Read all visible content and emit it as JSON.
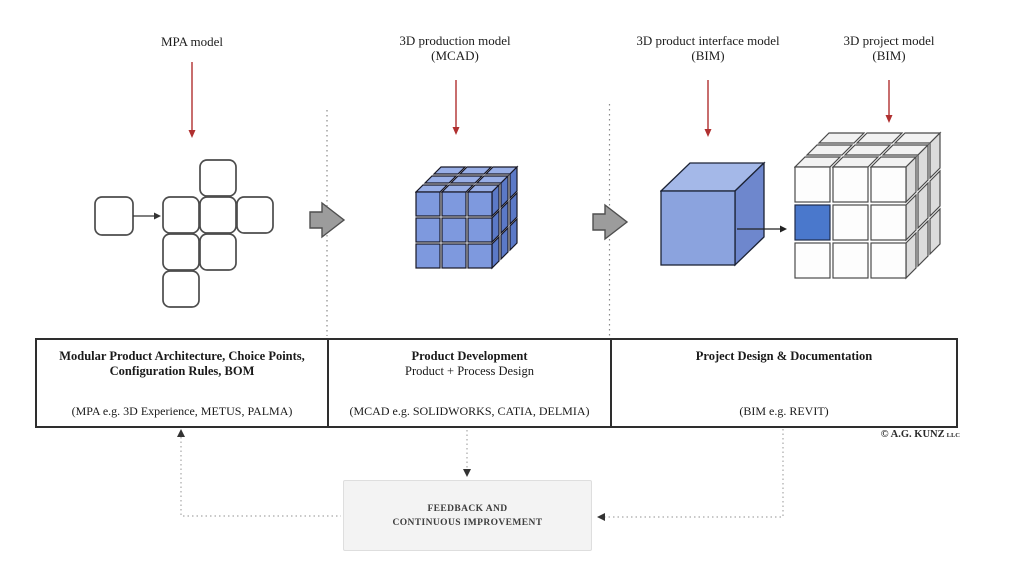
{
  "labels": {
    "mpa": {
      "line1": "MPA model"
    },
    "mcad": {
      "line1": "3D production model",
      "line2": "(MCAD)"
    },
    "bim_interface": {
      "line1": "3D product interface model",
      "line2": "(BIM)"
    },
    "bim_project": {
      "line1": "3D project model",
      "line2": "(BIM)"
    }
  },
  "boxes": [
    {
      "title": "Modular Product Architecture, Choice Points, Configuration Rules, BOM",
      "tools": "(MPA e.g. 3D Experience, METUS, PALMA)"
    },
    {
      "title": "Product Development",
      "subtitle": "Product + Process Design",
      "tools": "(MCAD e.g. SOLIDWORKS, CATIA, DELMIA)"
    },
    {
      "title": "Project Design & Documentation",
      "tools": "(BIM e.g. REVIT)"
    }
  ],
  "feedback": {
    "line1": "FEEDBACK AND",
    "line2": "CONTINUOUS IMPROVEMENT"
  },
  "copyright": {
    "text": "© A.G. KUNZ",
    "suffix": "LLC"
  },
  "colors": {
    "arrow_red": "#b03030",
    "block_arrow_gray": "#9c9c9c",
    "cube_blue_front": "#7e99de",
    "cube_blue_top": "#98aee6",
    "cube_blue_side": "#5b79c7",
    "highlight_cubie_blue": "#4a78cc",
    "white_cube_side": "#dcdcdc",
    "feedback_box_bg": "#f3f3f3"
  }
}
